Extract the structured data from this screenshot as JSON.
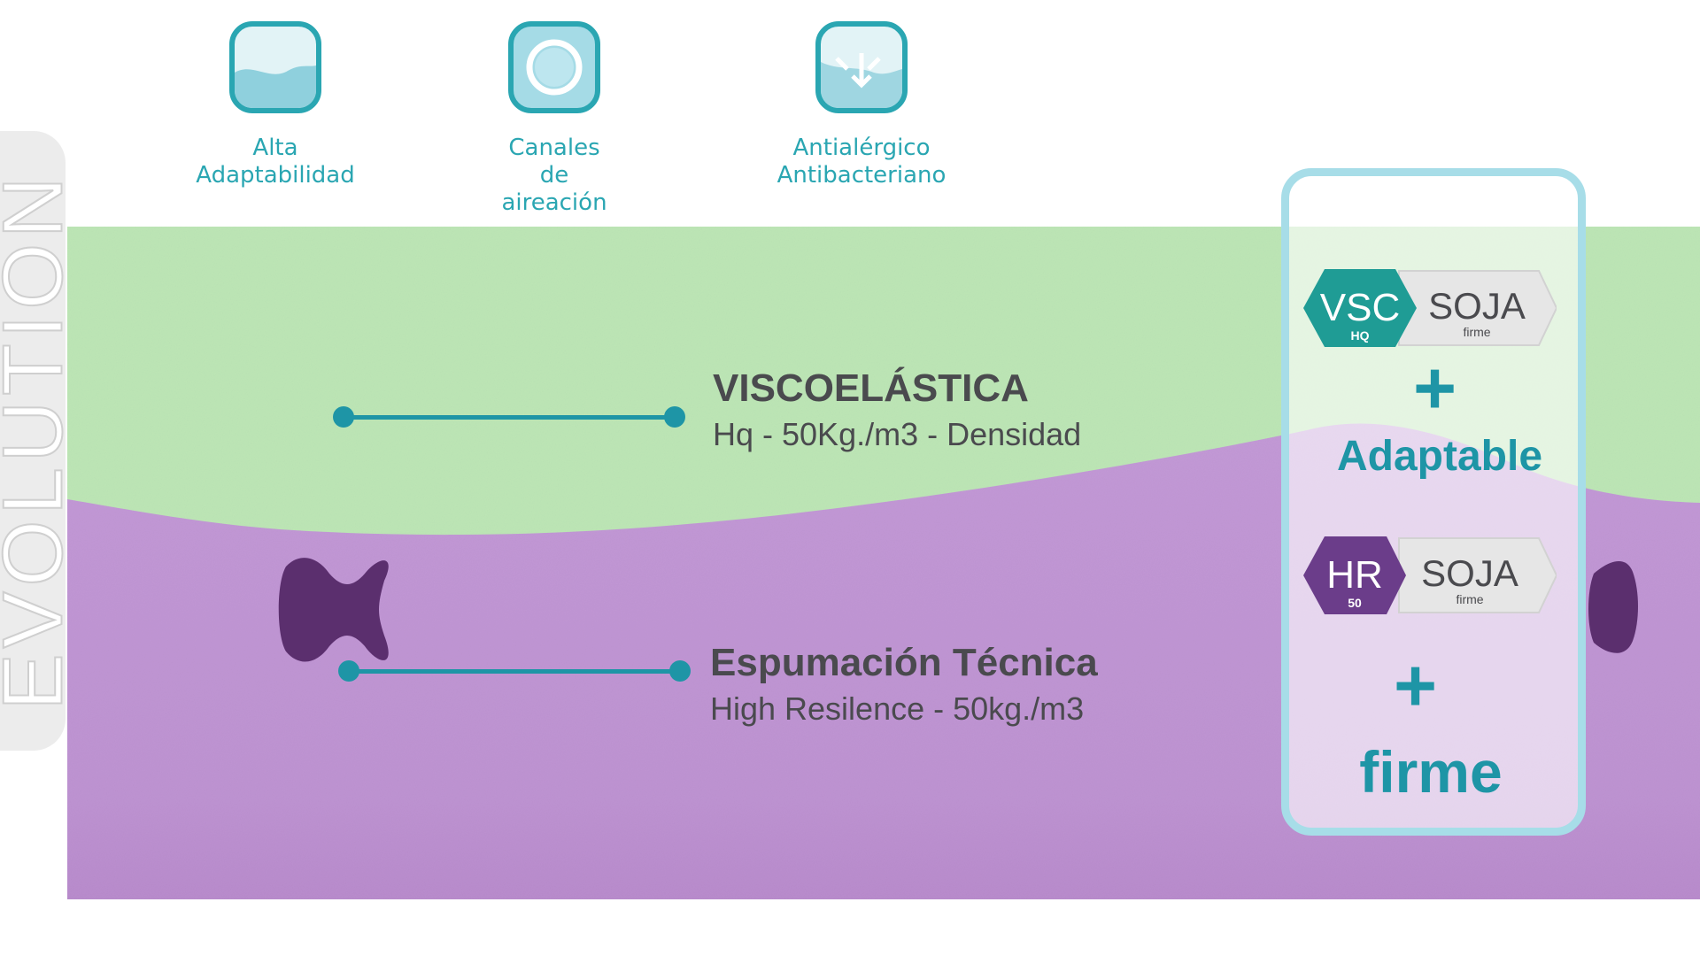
{
  "features": [
    {
      "icon": "adaptability-icon",
      "label": "Alta\nAdaptabilidad"
    },
    {
      "icon": "air-channels-icon",
      "label": "Canales\nde\naireación"
    },
    {
      "icon": "antiallergic-icon",
      "label": "Antialérgico\nAntibacteriano"
    }
  ],
  "side_label": "EVOLUTION",
  "layers": [
    {
      "title": "VISCOELÁSTICA",
      "subtitle": "Hq - 50Kg./m3 - Densidad"
    },
    {
      "title": "Espumación Técnica",
      "subtitle": "High Resilence - 50kg./m3"
    }
  ],
  "panel": {
    "badge_top": {
      "left": "VSC",
      "left_small": "HQ",
      "right": "SOJA",
      "right_small": "firme"
    },
    "word_top": "Adaptable",
    "badge_bottom": {
      "left": "HR",
      "left_small": "50",
      "right": "SOJA",
      "right_small": "firme"
    },
    "word_bottom": "firme",
    "plus": "+"
  },
  "colors": {
    "accent": "#1e95a6",
    "green_foam": "#b9e4b4",
    "purple_foam": "#c39ad8",
    "vsc_hex": "#1f9c95",
    "hr_hex": "#6b3d8a",
    "text_dark": "#4a4a4e"
  }
}
